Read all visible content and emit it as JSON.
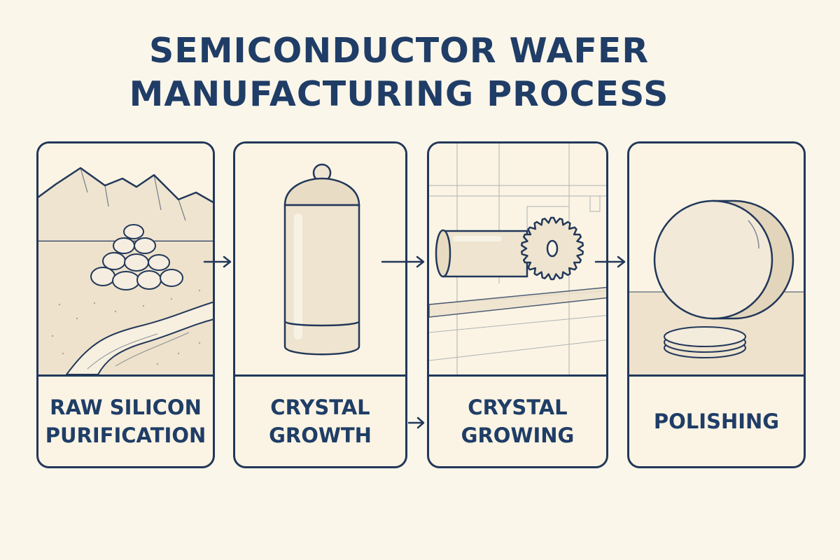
{
  "title": {
    "line1": "SEMICONDUCTOR WAFER",
    "line2": "MANUFACTURING PROCESS"
  },
  "steps": [
    {
      "line1": "RAW SILICON",
      "line2": "PURIFICATION",
      "illustration": "silicon-pile-icon"
    },
    {
      "line1": "CRYSTAL",
      "line2": "GROWTH",
      "illustration": "ingot-cylinder-icon"
    },
    {
      "line1": "CRYSTAL",
      "line2": "GROWING",
      "illustration": "ingot-saw-icon"
    },
    {
      "line1": "POLISHING",
      "line2": "",
      "illustration": "wafer-disc-icon"
    }
  ],
  "colors": {
    "background": "#fbf6ea",
    "ink": "#22385a",
    "text": "#1f3d66",
    "illustration_fill": "#eee2cc"
  }
}
